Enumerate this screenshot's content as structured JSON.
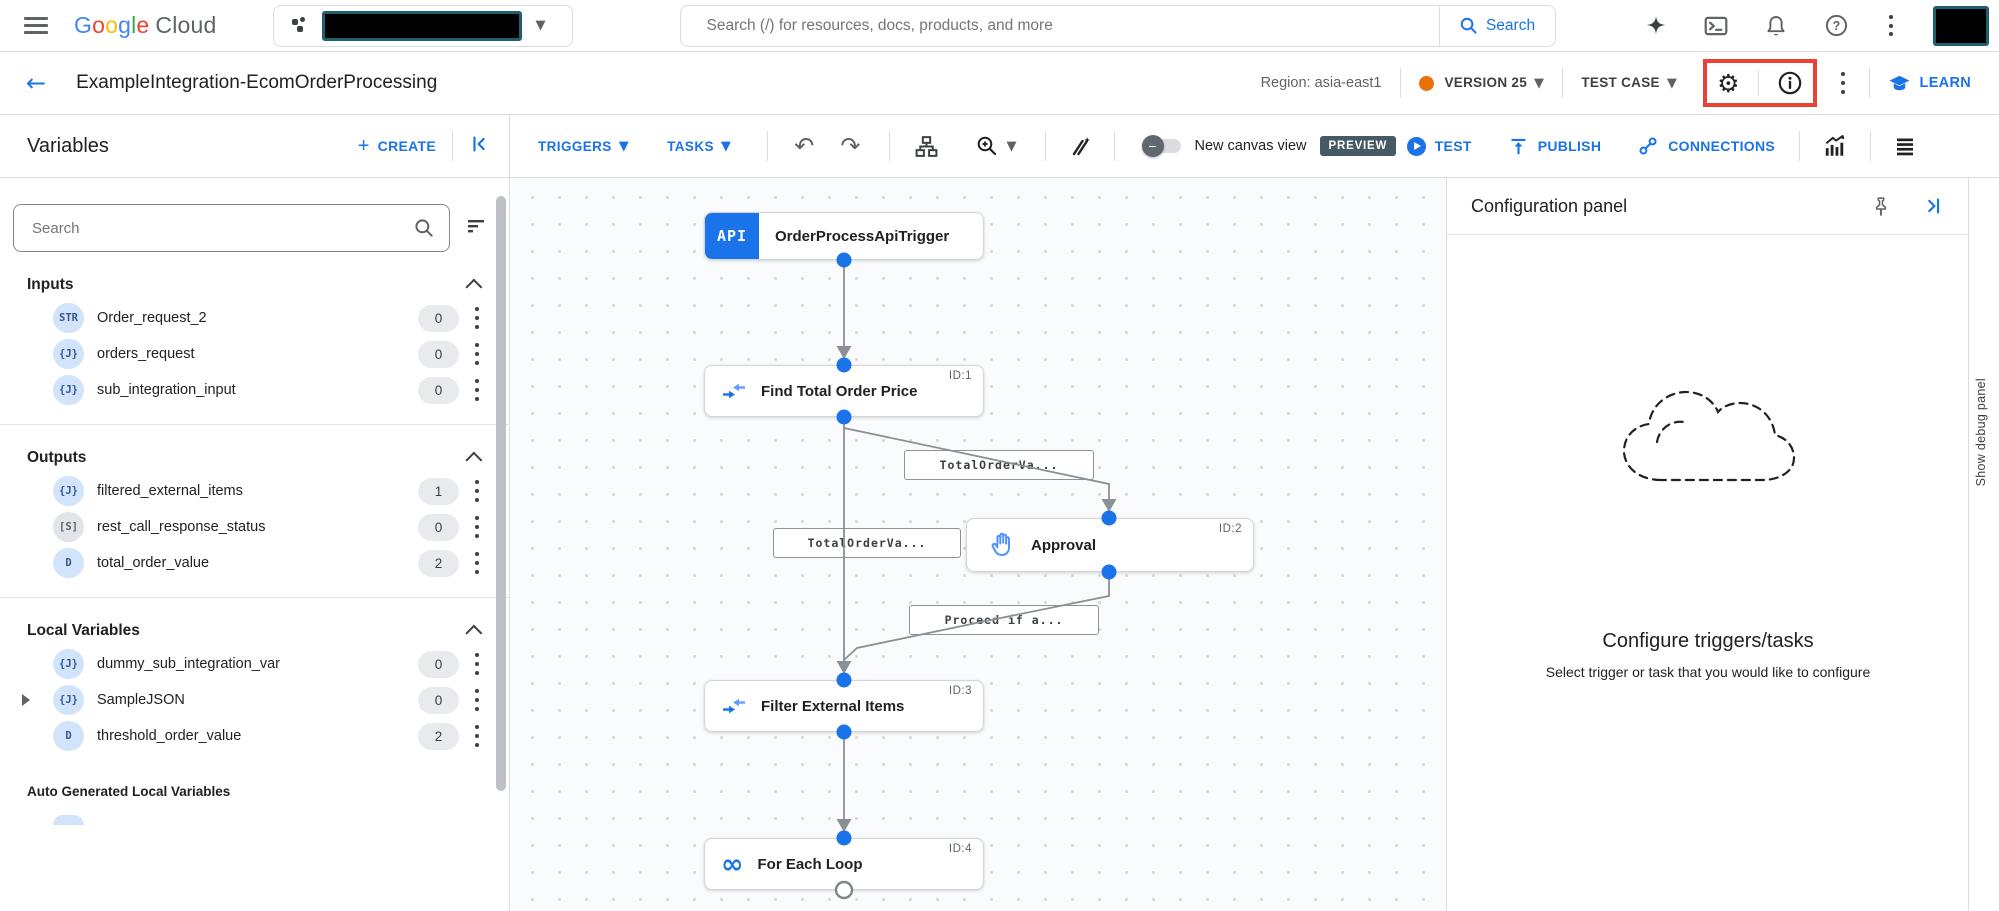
{
  "topbar": {
    "logo_google": "Google",
    "logo_cloud": "Cloud",
    "search_placeholder": "Search (/) for resources, docs, products, and more",
    "search_button": "Search"
  },
  "header": {
    "title": "ExampleIntegration-EcomOrderProcessing",
    "region": "Region: asia-east1",
    "version_label": "VERSION 25",
    "test_case_label": "TEST CASE",
    "learn_label": "LEARN"
  },
  "toolbar": {
    "variables_title": "Variables",
    "create_label": "CREATE",
    "triggers_label": "TRIGGERS",
    "tasks_label": "TASKS",
    "new_canvas_label": "New canvas view",
    "preview_badge": "PREVIEW",
    "test_label": "TEST",
    "publish_label": "PUBLISH",
    "connections_label": "CONNECTIONS"
  },
  "sidebar": {
    "search_placeholder": "Search",
    "sections": [
      {
        "title": "Inputs",
        "items": [
          {
            "type": "STR",
            "name": "Order_request_2",
            "count": "0"
          },
          {
            "type": "{J}",
            "name": "orders_request",
            "count": "0"
          },
          {
            "type": "{J}",
            "name": "sub_integration_input",
            "count": "0"
          }
        ]
      },
      {
        "title": "Outputs",
        "items": [
          {
            "type": "{J}",
            "name": "filtered_external_items",
            "count": "1"
          },
          {
            "type": "[S]",
            "name": "rest_call_response_status",
            "count": "0"
          },
          {
            "type": "D",
            "name": "total_order_value",
            "count": "2"
          }
        ]
      },
      {
        "title": "Local Variables",
        "items": [
          {
            "type": "{J}",
            "name": "dummy_sub_integration_var",
            "count": "0"
          },
          {
            "type": "{J}",
            "name": "SampleJSON",
            "count": "0"
          },
          {
            "type": "D",
            "name": "threshold_order_value",
            "count": "2"
          }
        ]
      }
    ],
    "auto_generated_title": "Auto Generated Local Variables"
  },
  "canvas": {
    "nodes": [
      {
        "badge": "API",
        "title": "OrderProcessApiTrigger",
        "id_label": ""
      },
      {
        "title": "Find Total Order Price",
        "id_label": "ID:1"
      },
      {
        "title": "Approval",
        "id_label": "ID:2"
      },
      {
        "title": "Filter External Items",
        "id_label": "ID:3"
      },
      {
        "title": "For Each Loop",
        "id_label": "ID:4"
      }
    ],
    "edge_labels": [
      "TotalOrderVa...",
      "TotalOrderVa...",
      "Proceed if a..."
    ]
  },
  "config_panel": {
    "title": "Configuration panel",
    "heading": "Configure triggers/tasks",
    "subheading": "Select trigger or task that you would like to configure"
  },
  "debug_strip": {
    "label": "Show debug panel"
  },
  "colors": {
    "accent_blue": "#1a73e8",
    "version_dot_orange": "#e8710a",
    "highlight_red_box": "#ea4335",
    "preview_badge_bg": "#455a64"
  }
}
